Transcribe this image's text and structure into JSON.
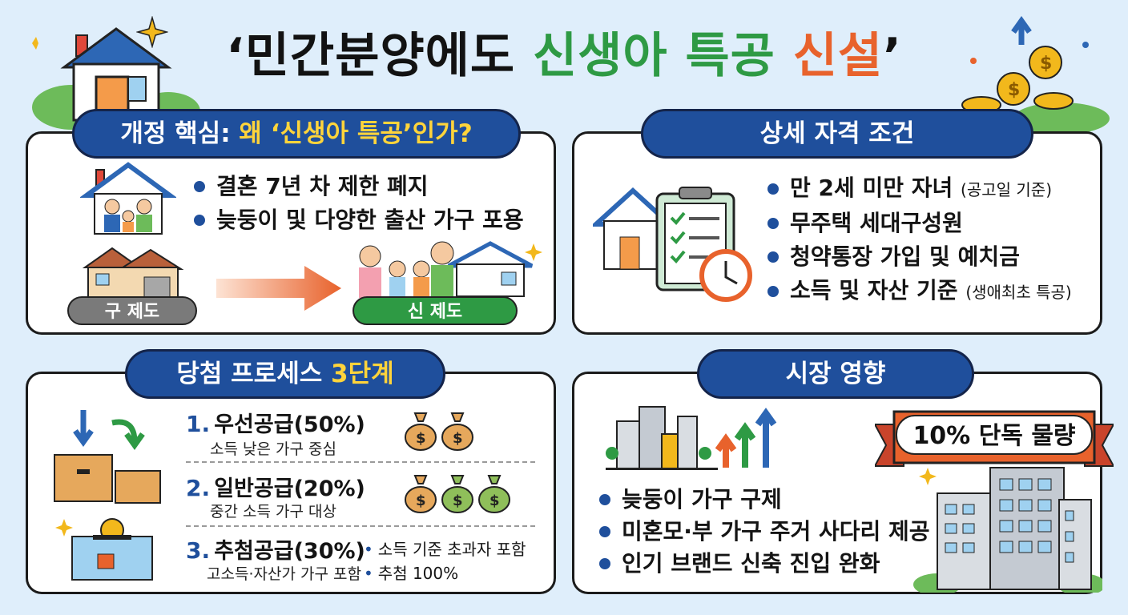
{
  "title": {
    "part1": "‘민간분양에도 ",
    "part2": "신생아 특공",
    "part3": " 신설",
    "part4": "’"
  },
  "panel1": {
    "header_prefix": "개정 핵심: ",
    "header_highlight": "왜 ‘신생아 특공’인가?",
    "bullets": [
      "결혼 7년 차 제한 폐지",
      "늦둥이 및 다양한 출산 가구 포용"
    ],
    "old_label": "구 제도",
    "new_label": "신 제도"
  },
  "panel2": {
    "header": "상세 자격 조건",
    "bullets": [
      {
        "main": "만 2세 미만 자녀",
        "note": "(공고일 기준)"
      },
      {
        "main": "무주택 세대구성원",
        "note": ""
      },
      {
        "main": "청약통장 가입 및 예치금",
        "note": ""
      },
      {
        "main": "소득 및 자산 기준",
        "note": "(생애최초 특공)"
      }
    ]
  },
  "panel3": {
    "header_prefix": "당첨 프로세스 ",
    "header_highlight": "3단계",
    "steps": [
      {
        "num": "1.",
        "title": "우선공급(50%)",
        "sub": "소득 낮은 가구 중심"
      },
      {
        "num": "2.",
        "title": "일반공급(20%)",
        "sub": "중간 소득 가구 대상"
      },
      {
        "num": "3.",
        "title": "추첨공급(30%)",
        "sub": "고소득·자산가 가구 포함"
      }
    ],
    "lottery_notes": [
      "소득 기준 초과자 포함",
      "추첨 100%"
    ],
    "money_symbol": "$"
  },
  "panel4": {
    "header": "시장 영향",
    "ribbon": "10% 단독 물량",
    "bullets": [
      "늦둥이 가구 구제",
      "미혼모·부 가구 주거 사다리 제공",
      "인기 브랜드 신축 진입 완화"
    ]
  },
  "colors": {
    "navy": "#1f4f9c",
    "green": "#2e9a44",
    "orange": "#e8622c",
    "yellow": "#ffd43b"
  }
}
